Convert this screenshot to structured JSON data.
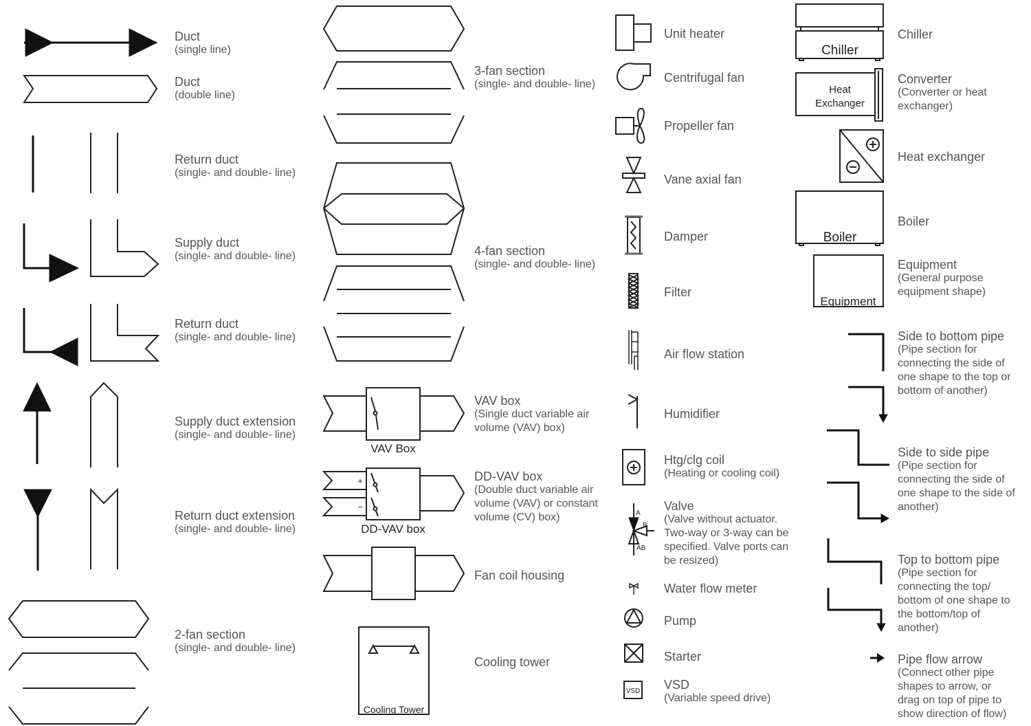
{
  "col1": [
    {
      "title": "Duct",
      "desc": "(single line)"
    },
    {
      "title": "Duct",
      "desc": "(double line)"
    },
    {
      "title": "Return duct",
      "desc": "(single- and double- line)"
    },
    {
      "title": "Supply duct",
      "desc": "(single- and double- line)"
    },
    {
      "title": "Return duct",
      "desc": "(single- and double- line)"
    },
    {
      "title": "Supply duct extension",
      "desc": "(single- and double- line)"
    },
    {
      "title": "Return duct extension",
      "desc": "(single- and double- line)"
    },
    {
      "title": "2-fan section",
      "desc": "(single- and double- line)"
    }
  ],
  "col2": [
    {
      "title": "3-fan section",
      "desc": "(single- and double- line)"
    },
    {
      "title": "4-fan section",
      "desc": "(single- and double- line)"
    },
    {
      "title": "VAV box",
      "desc": "(Single duct variable air\nvolume (VAV) box)"
    },
    {
      "title": "DD-VAV box",
      "desc": "(Double duct variable air\nvolume (VAV) or constant\nvolume (CV) box)"
    },
    {
      "title": "Fan coil housing",
      "desc": ""
    },
    {
      "title": "Cooling tower",
      "desc": ""
    }
  ],
  "col3": [
    {
      "title": "Unit heater",
      "desc": ""
    },
    {
      "title": "Centrifugal fan",
      "desc": ""
    },
    {
      "title": "Propeller fan",
      "desc": ""
    },
    {
      "title": "Vane axial fan",
      "desc": ""
    },
    {
      "title": "Damper",
      "desc": ""
    },
    {
      "title": "Filter",
      "desc": ""
    },
    {
      "title": "Air flow station",
      "desc": ""
    },
    {
      "title": "Humidifier",
      "desc": ""
    },
    {
      "title": "Htg/clg coil",
      "desc": "(Heating or cooling coil)"
    },
    {
      "title": "Valve",
      "desc": "(Valve without actuator.\nTwo-way or 3-way can be\nspecified. Valve ports can\nbe resized)"
    },
    {
      "title": "Water flow meter",
      "desc": ""
    },
    {
      "title": "Pump",
      "desc": ""
    },
    {
      "title": "Starter",
      "desc": ""
    },
    {
      "title": "VSD",
      "desc": "(Variable speed drive)"
    }
  ],
  "col4": [
    {
      "title": "Chiller",
      "desc": ""
    },
    {
      "title": "Converter",
      "desc": "(Converter or heat\nexchanger)"
    },
    {
      "title": "Heat exchanger",
      "desc": ""
    },
    {
      "title": "Boiler",
      "desc": ""
    },
    {
      "title": "Equipment",
      "desc": "(General purpose\nequipment shape)"
    },
    {
      "title": "Side to bottom pipe",
      "desc": "(Pipe section for\nconnecting the side of\none shape to the top or\nbottom of another)"
    },
    {
      "title": "Side to side pipe",
      "desc": "(Pipe section for\nconnecting the side of\none shape to the side of\nanother)"
    },
    {
      "title": "Top to bottom pipe",
      "desc": "(Pipe section for\nconnecting the top/\nbottom of one shape to\nthe bottom/top of\nanother)"
    },
    {
      "title": "Pipe flow arrow",
      "desc": "(Connect other pipe\nshapes to arrow, or\ndrag on top of pipe to\nshow direction of flow)"
    }
  ],
  "shape_text": {
    "vav": "VAV Box",
    "ddvav": "DD-VAV box",
    "plus": "+",
    "minus": "−",
    "cooling": "Cooling Tower",
    "chiller": "Chiller",
    "hx1": "Heat",
    "hx2": "Exchanger",
    "boiler": "Boiler",
    "equipment": "Equipment",
    "vsd": "VSD",
    "port_a": "A",
    "port_b": "B",
    "port_ab": "AB"
  }
}
